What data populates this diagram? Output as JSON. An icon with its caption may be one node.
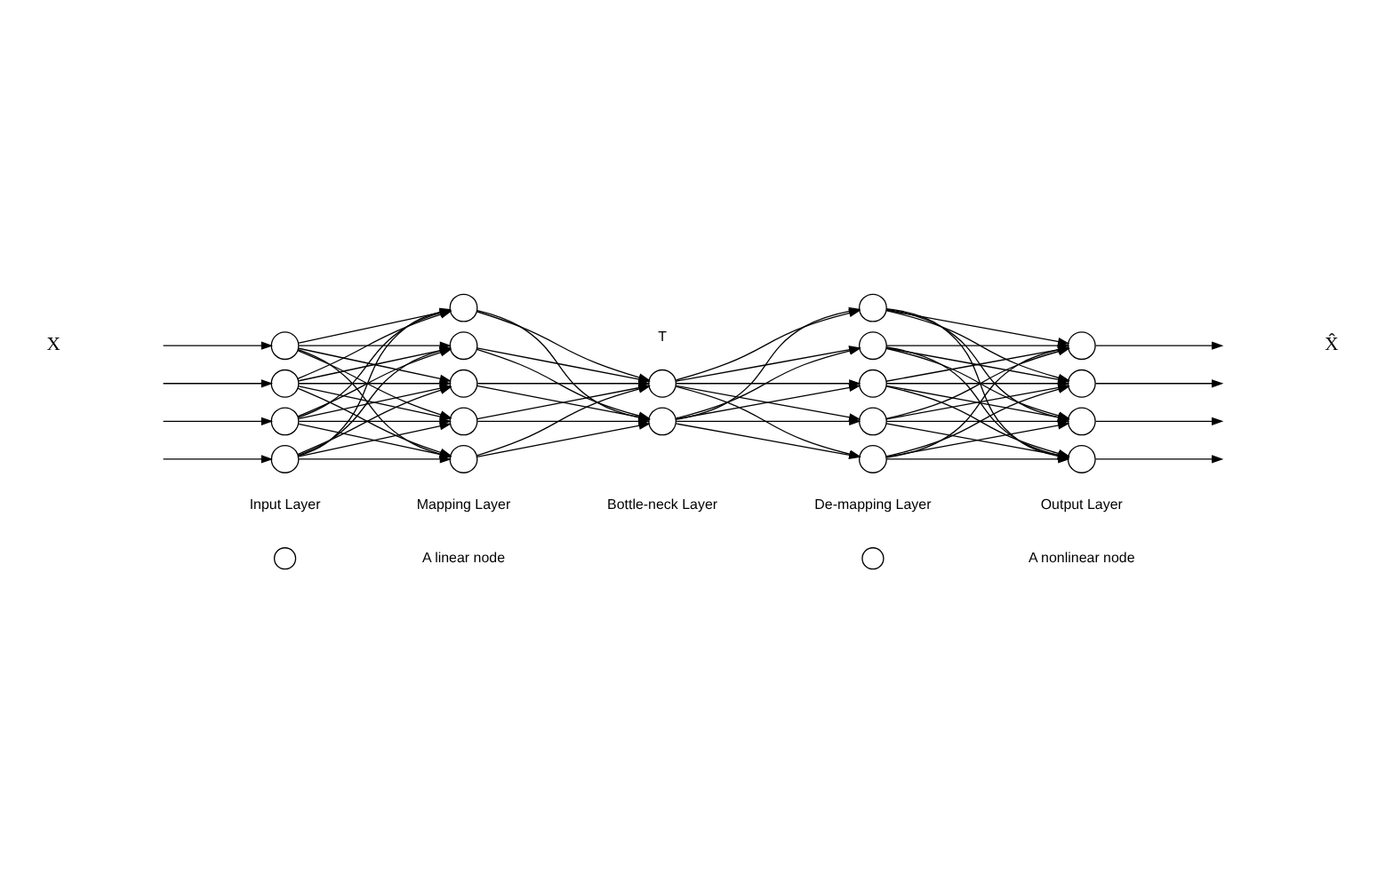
{
  "diagram": {
    "nodes": [
      {
        "text": [],
        "shape": "circle"
      },
      {
        "text": [],
        "shape": "circle"
      },
      {
        "text": [],
        "shape": "circle"
      },
      {
        "text": [],
        "shape": "circle"
      },
      {
        "text": [],
        "shape": "circle"
      },
      {
        "text": [],
        "shape": "circle"
      },
      {
        "text": [],
        "shape": "circle"
      },
      {
        "text": [],
        "shape": "circle"
      },
      {
        "text": [],
        "shape": "circle"
      },
      {
        "text": [],
        "shape": "circle"
      },
      {
        "text": [],
        "shape": "circle"
      },
      {
        "text": [],
        "shape": "circle"
      },
      {
        "text": [],
        "shape": "circle"
      },
      {
        "text": [],
        "shape": "circle"
      },
      {
        "text": [],
        "shape": "circle"
      },
      {
        "text": [],
        "shape": "circle"
      },
      {
        "text": [],
        "shape": "circle"
      },
      {
        "text": [],
        "shape": "circle"
      },
      {
        "text": [],
        "shape": "circle"
      },
      {
        "text": [],
        "shape": "circle"
      }
    ],
    "edges": [
      {
        "from": null,
        "to": 0,
        "arrow": "to"
      },
      {
        "from": null,
        "to": 1,
        "arrow": "to"
      },
      {
        "from": null,
        "to": 2,
        "arrow": "to"
      },
      {
        "from": null,
        "to": 3,
        "arrow": "to"
      },
      {
        "from": 0,
        "to": 4,
        "arrow": "to"
      },
      {
        "from": 0,
        "to": 5,
        "arrow": "to"
      },
      {
        "from": 0,
        "to": 6,
        "arrow": "to"
      },
      {
        "from": 0,
        "to": 7,
        "arrow": "to"
      },
      {
        "from": 0,
        "to": 8,
        "arrow": "to"
      },
      {
        "from": 1,
        "to": 4,
        "arrow": "to"
      },
      {
        "from": 1,
        "to": 5,
        "arrow": "to"
      },
      {
        "from": 1,
        "to": 6,
        "arrow": "to"
      },
      {
        "from": 1,
        "to": 7,
        "arrow": "to"
      },
      {
        "from": 1,
        "to": 8,
        "arrow": "to"
      },
      {
        "from": 2,
        "to": 4,
        "arrow": "to"
      },
      {
        "from": 2,
        "to": 5,
        "arrow": "to"
      },
      {
        "from": 2,
        "to": 6,
        "arrow": "to"
      },
      {
        "from": 2,
        "to": 7,
        "arrow": "to"
      },
      {
        "from": 2,
        "to": 8,
        "arrow": "to"
      },
      {
        "from": 3,
        "to": 4,
        "arrow": "to"
      },
      {
        "from": 3,
        "to": 5,
        "arrow": "to"
      },
      {
        "from": 3,
        "to": 6,
        "arrow": "to"
      },
      {
        "from": 3,
        "to": 7,
        "arrow": "to"
      },
      {
        "from": 3,
        "to": 8,
        "arrow": "to"
      },
      {
        "from": 4,
        "to": 9,
        "arrow": "to"
      },
      {
        "from": 4,
        "to": 10,
        "arrow": "to"
      },
      {
        "from": 5,
        "to": 9,
        "arrow": "to"
      },
      {
        "from": 5,
        "to": 10,
        "arrow": "to"
      },
      {
        "from": 6,
        "to": 9,
        "arrow": "to"
      },
      {
        "from": 6,
        "to": 10,
        "arrow": "to"
      },
      {
        "from": 7,
        "to": 9,
        "arrow": "to"
      },
      {
        "from": 7,
        "to": 10,
        "arrow": "to"
      },
      {
        "from": 8,
        "to": 9,
        "arrow": "to"
      },
      {
        "from": 8,
        "to": 10,
        "arrow": "to"
      },
      {
        "from": 9,
        "to": 11,
        "arrow": "to"
      },
      {
        "from": 9,
        "to": 12,
        "arrow": "to"
      },
      {
        "from": 9,
        "to": 13,
        "arrow": "to"
      },
      {
        "from": 9,
        "to": 14,
        "arrow": "to"
      },
      {
        "from": 9,
        "to": 15,
        "arrow": "to"
      },
      {
        "from": 10,
        "to": 11,
        "arrow": "to"
      },
      {
        "from": 10,
        "to": 12,
        "arrow": "to"
      },
      {
        "from": 10,
        "to": 13,
        "arrow": "to"
      },
      {
        "from": 10,
        "to": 14,
        "arrow": "to"
      },
      {
        "from": 10,
        "to": 15,
        "arrow": "to"
      },
      {
        "from": 11,
        "to": 16,
        "arrow": "to"
      },
      {
        "from": 11,
        "to": 17,
        "arrow": "to"
      },
      {
        "from": 11,
        "to": 18,
        "arrow": "to"
      },
      {
        "from": 11,
        "to": 19,
        "arrow": "to"
      },
      {
        "from": 12,
        "to": 16,
        "arrow": "to"
      },
      {
        "from": 12,
        "to": 17,
        "arrow": "to"
      },
      {
        "from": 12,
        "to": 18,
        "arrow": "to"
      },
      {
        "from": 12,
        "to": 19,
        "arrow": "to"
      },
      {
        "from": 13,
        "to": 16,
        "arrow": "to"
      },
      {
        "from": 13,
        "to": 17,
        "arrow": "to"
      },
      {
        "from": 13,
        "to": 18,
        "arrow": "to"
      },
      {
        "from": 13,
        "to": 19,
        "arrow": "to"
      },
      {
        "from": 14,
        "to": 16,
        "arrow": "to"
      },
      {
        "from": 14,
        "to": 17,
        "arrow": "to"
      },
      {
        "from": 14,
        "to": 18,
        "arrow": "to"
      },
      {
        "from": 14,
        "to": 19,
        "arrow": "to"
      },
      {
        "from": 15,
        "to": 16,
        "arrow": "to"
      },
      {
        "from": 15,
        "to": 17,
        "arrow": "to"
      },
      {
        "from": 15,
        "to": 18,
        "arrow": "to"
      },
      {
        "from": 15,
        "to": 19,
        "arrow": "to"
      },
      {
        "from": 16,
        "to": null,
        "arrow": "to"
      },
      {
        "from": 17,
        "to": null,
        "arrow": "to"
      },
      {
        "from": 18,
        "to": null,
        "arrow": "to"
      },
      {
        "from": 19,
        "to": null,
        "arrow": "to"
      }
    ],
    "labels": [
      "T",
      "X",
      "X̂",
      "Input Layer",
      "Mapping Layer",
      "Bottle-neck Layer",
      "De-mapping Layer",
      "Output Layer"
    ],
    "legend": [
      {
        "text": "A linear node"
      },
      {
        "text": "A nonlinear node"
      }
    ]
  }
}
